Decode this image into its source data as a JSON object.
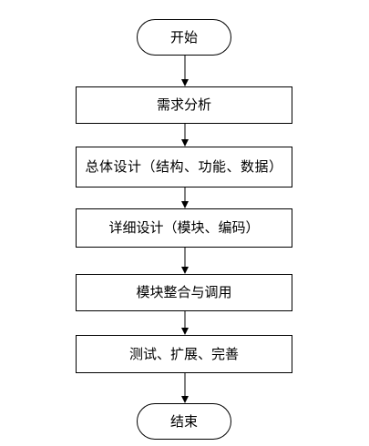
{
  "flowchart": {
    "start": "开始",
    "steps": [
      "需求分析",
      "总体设计（结构、功能、数据）",
      "详细设计（模块、编码）",
      "模块整合与调用",
      "测试、扩展、完善"
    ],
    "end": "结束"
  }
}
